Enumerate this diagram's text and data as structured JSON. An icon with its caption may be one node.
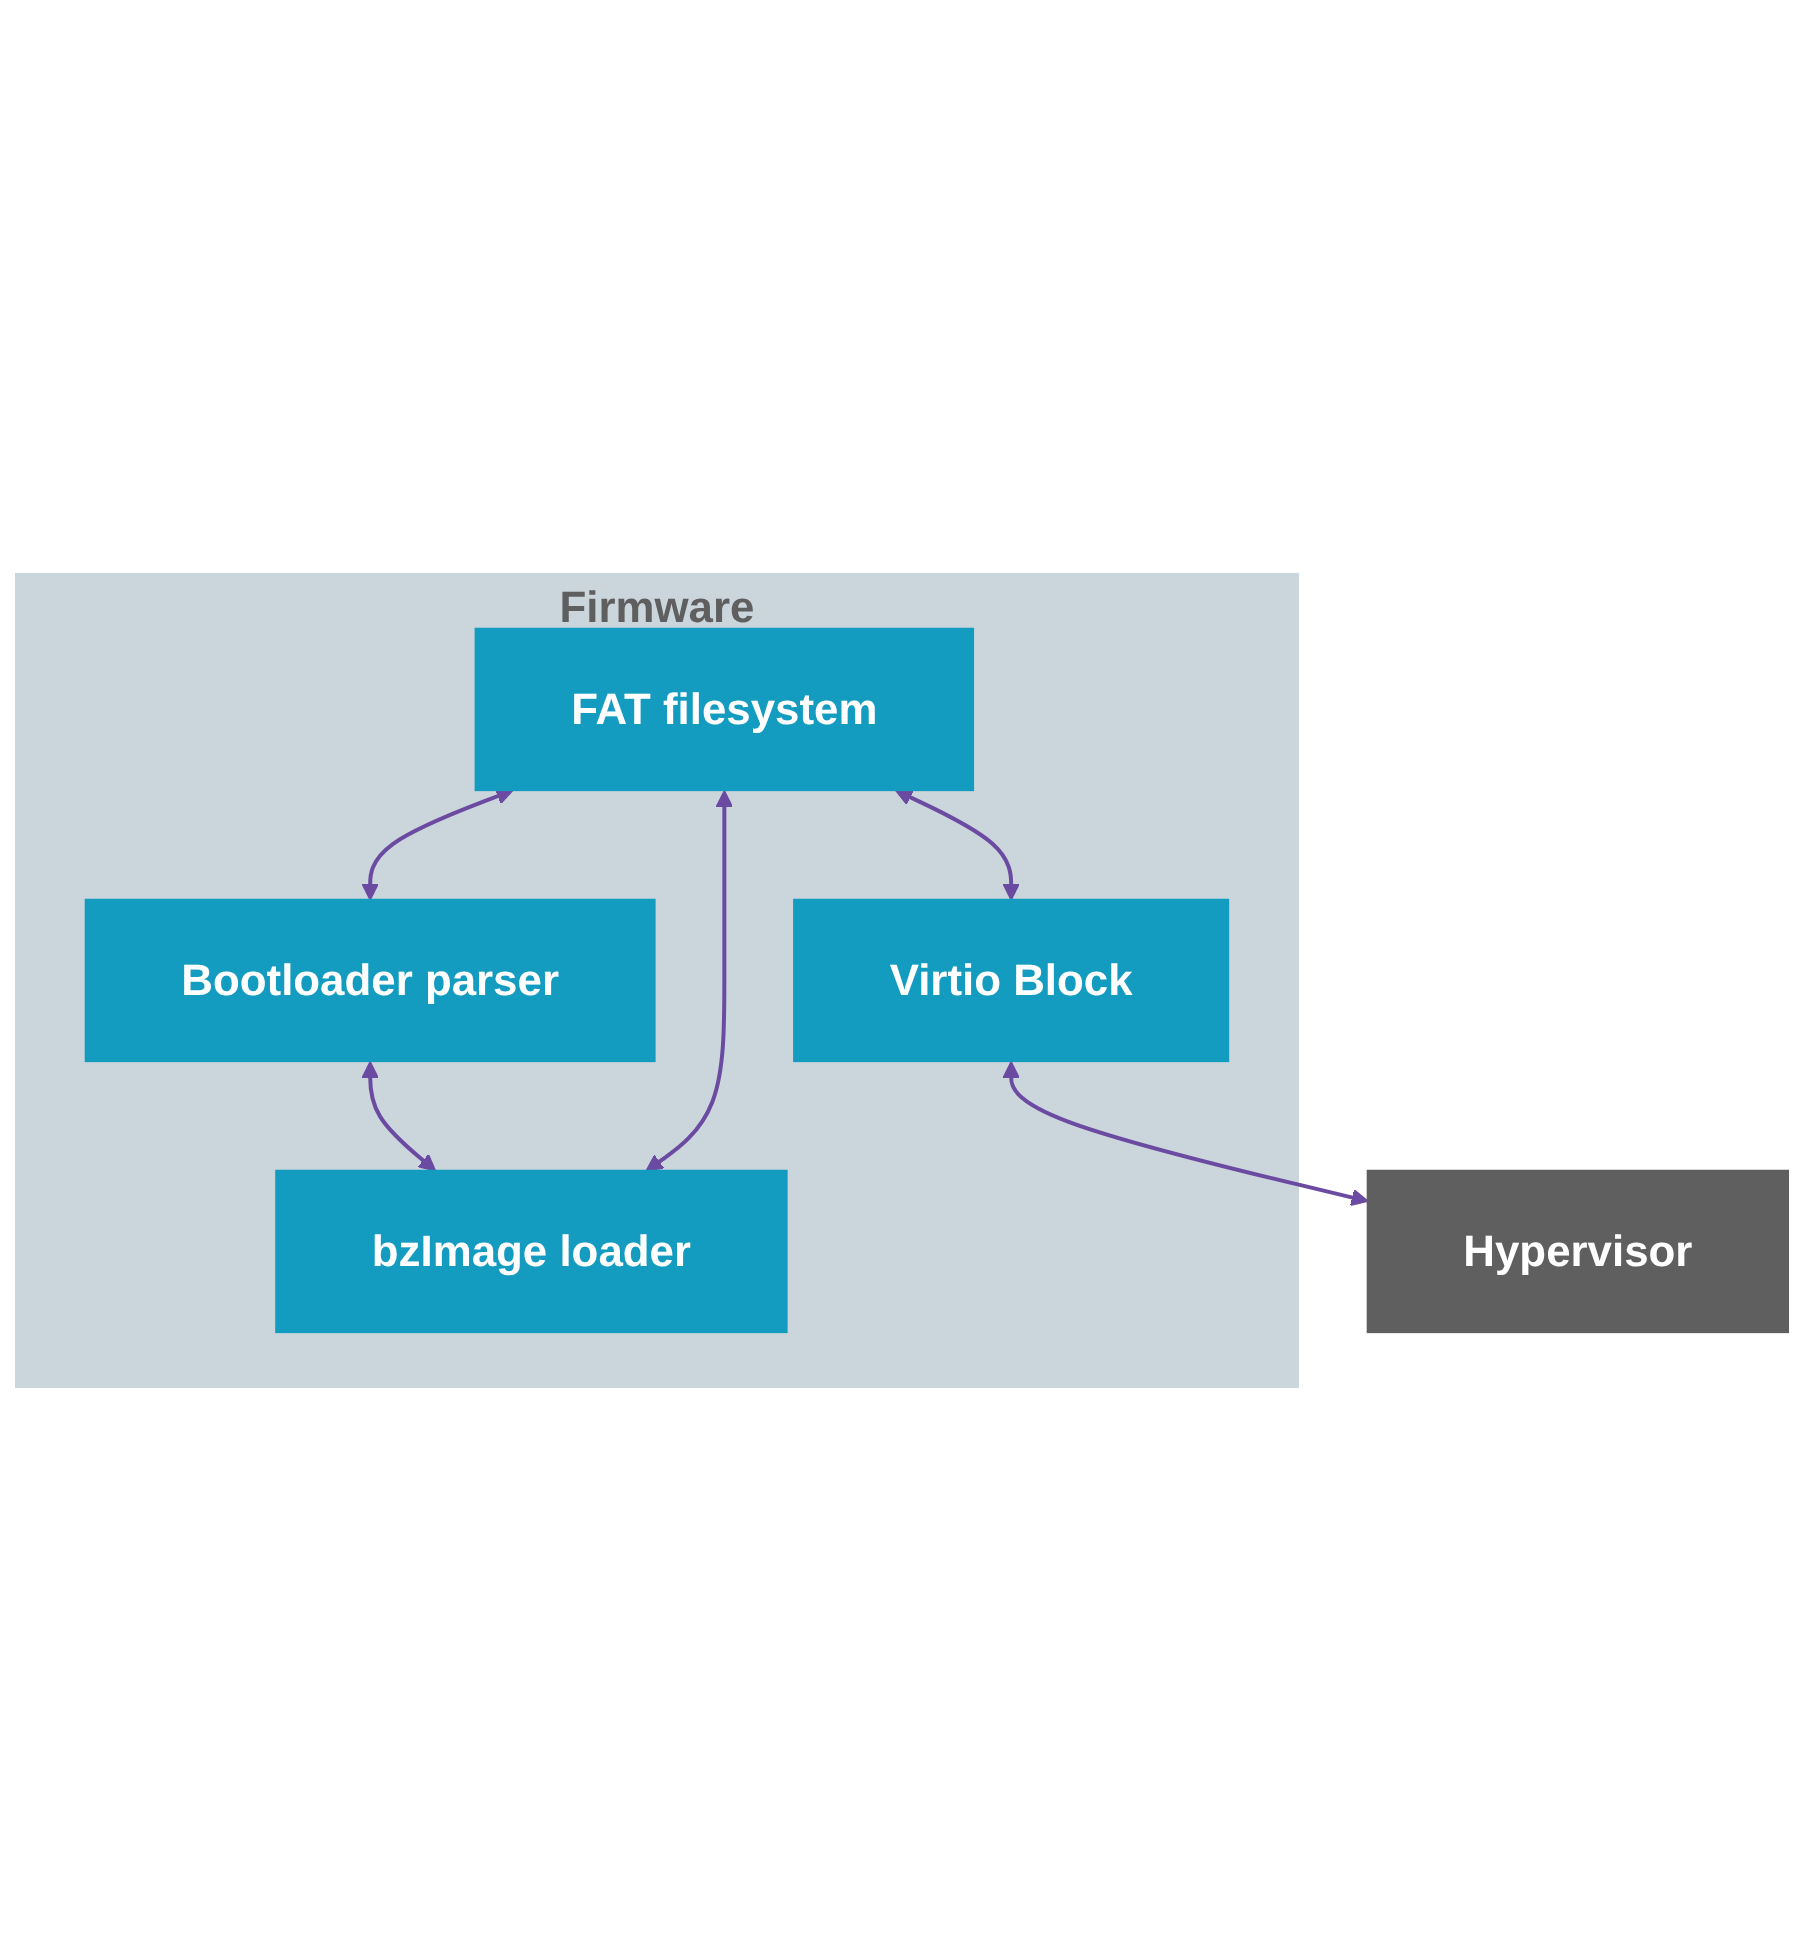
{
  "diagram": {
    "nodes": [
      {
        "text": [
          "Firmware"
        ]
      },
      {
        "text": [
          "Bootloader parser"
        ],
        "in": 0
      },
      {
        "text": [
          "bzImage loader"
        ],
        "in": 0
      },
      {
        "text": [
          "FAT filesystem"
        ],
        "in": 0
      },
      {
        "text": [
          "Virtio Block"
        ],
        "in": 0
      },
      {
        "text": [
          "Hypervisor"
        ]
      }
    ],
    "edges": [
      {
        "from": 1,
        "to": 2,
        "arrow": "both"
      },
      {
        "from": 3,
        "to": 1,
        "arrow": "both"
      },
      {
        "from": 3,
        "to": 2,
        "arrow": "both"
      },
      {
        "from": 3,
        "to": 4,
        "arrow": "both"
      },
      {
        "from": 4,
        "to": 5,
        "arrow": "both"
      }
    ]
  }
}
